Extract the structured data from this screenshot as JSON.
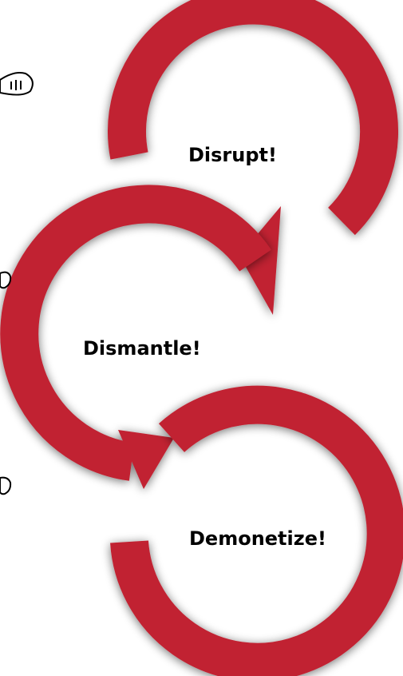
{
  "steps": [
    {
      "label": "Disrupt!"
    },
    {
      "label": "Dismantle!"
    },
    {
      "label": "Demonetize!"
    }
  ],
  "colors": {
    "arrow": "#c12332",
    "arrow_shadow": "#8c8c8c",
    "text": "#000000",
    "background": "#ffffff"
  }
}
